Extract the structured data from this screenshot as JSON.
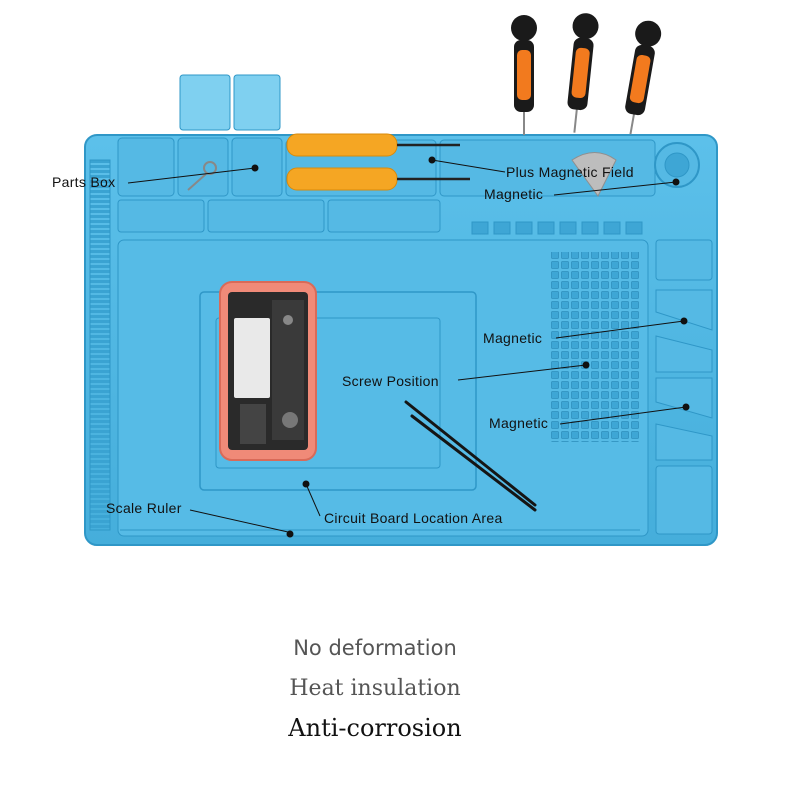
{
  "image": {
    "subject": "silicone repair mat",
    "mat_color": "#4fb6e2",
    "mat_edge_color": "#2f97c7",
    "phone_color": "#f08a78",
    "handle_orange": "#f27a1e",
    "handle_black": "#1a1a1a",
    "screwdriver_yellow": "#f5a623"
  },
  "callouts": {
    "parts_box": "Parts Box",
    "plus_magnetic_field": "Plus Magnetic Field",
    "magnetic_top": "Magnetic",
    "magnetic_middle": "Magnetic",
    "magnetic_lower": "Magnetic",
    "screw_position": "Screw Position",
    "scale_ruler": "Scale Ruler",
    "circuit_board_location_area": "Circuit Board Location Area"
  },
  "features": [
    "No deformation",
    "Heat insulation",
    "Anti-corrosion"
  ]
}
